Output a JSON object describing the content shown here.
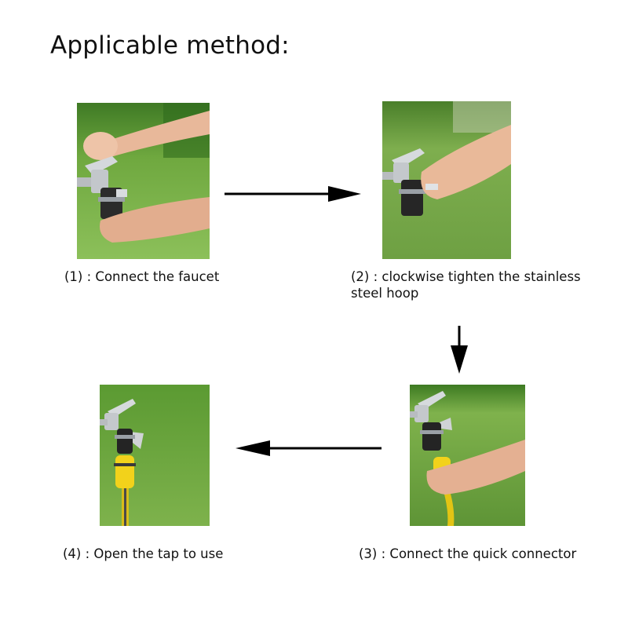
{
  "title": "Applicable method:",
  "steps": [
    {
      "caption": "(1) : Connect the faucet",
      "icon": "hand-attaching-adapter-photo"
    },
    {
      "caption": "(2) : clockwise tighten the stainless steel hoop",
      "icon": "hand-tightening-hoop-photo"
    },
    {
      "caption": "(3) : Connect the quick connector",
      "icon": "hand-connecting-hose-photo"
    },
    {
      "caption": "(4) : Open the tap to use",
      "icon": "faucet-with-hose-photo"
    }
  ],
  "colors": {
    "grass_dark": "#4f8a2c",
    "grass_light": "#8dc25a",
    "hose_yellow": "#f2d21b",
    "metal": "#c8ccd0",
    "arrow": "#000000"
  }
}
